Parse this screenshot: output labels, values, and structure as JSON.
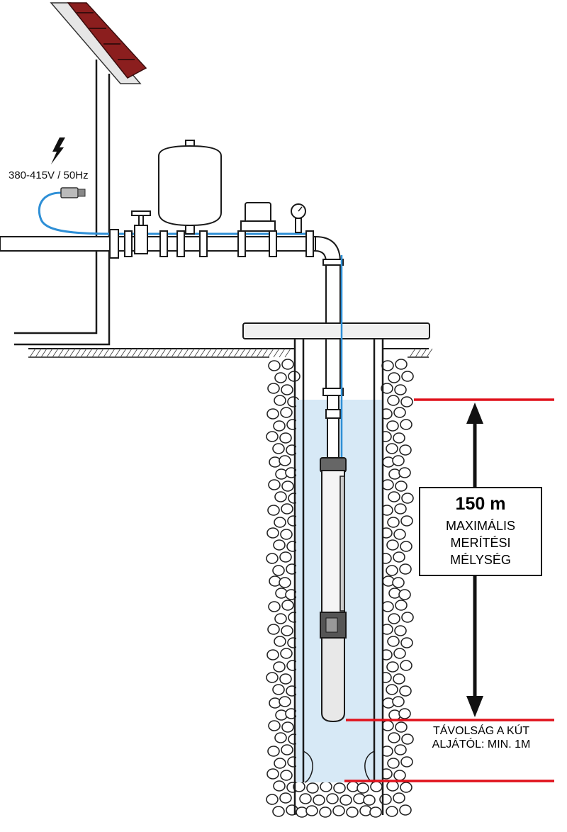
{
  "power": {
    "label": "380-415V / 50Hz",
    "icon": "lightning-bolt-icon"
  },
  "depth": {
    "value": "150 m",
    "caption": "MAXIMÁLIS MERÍTÉSI MÉLYSÉG"
  },
  "bottom_clearance": {
    "text": "TÁVOLSÁG A KÚT ALJÁTÓL: MIN. 1M"
  },
  "colors": {
    "water": "#d7e9f6",
    "cable": "#2e8fd6",
    "marker_line": "#e0111b",
    "roof": "#8b1e1e",
    "outline": "#1a1a1a"
  }
}
